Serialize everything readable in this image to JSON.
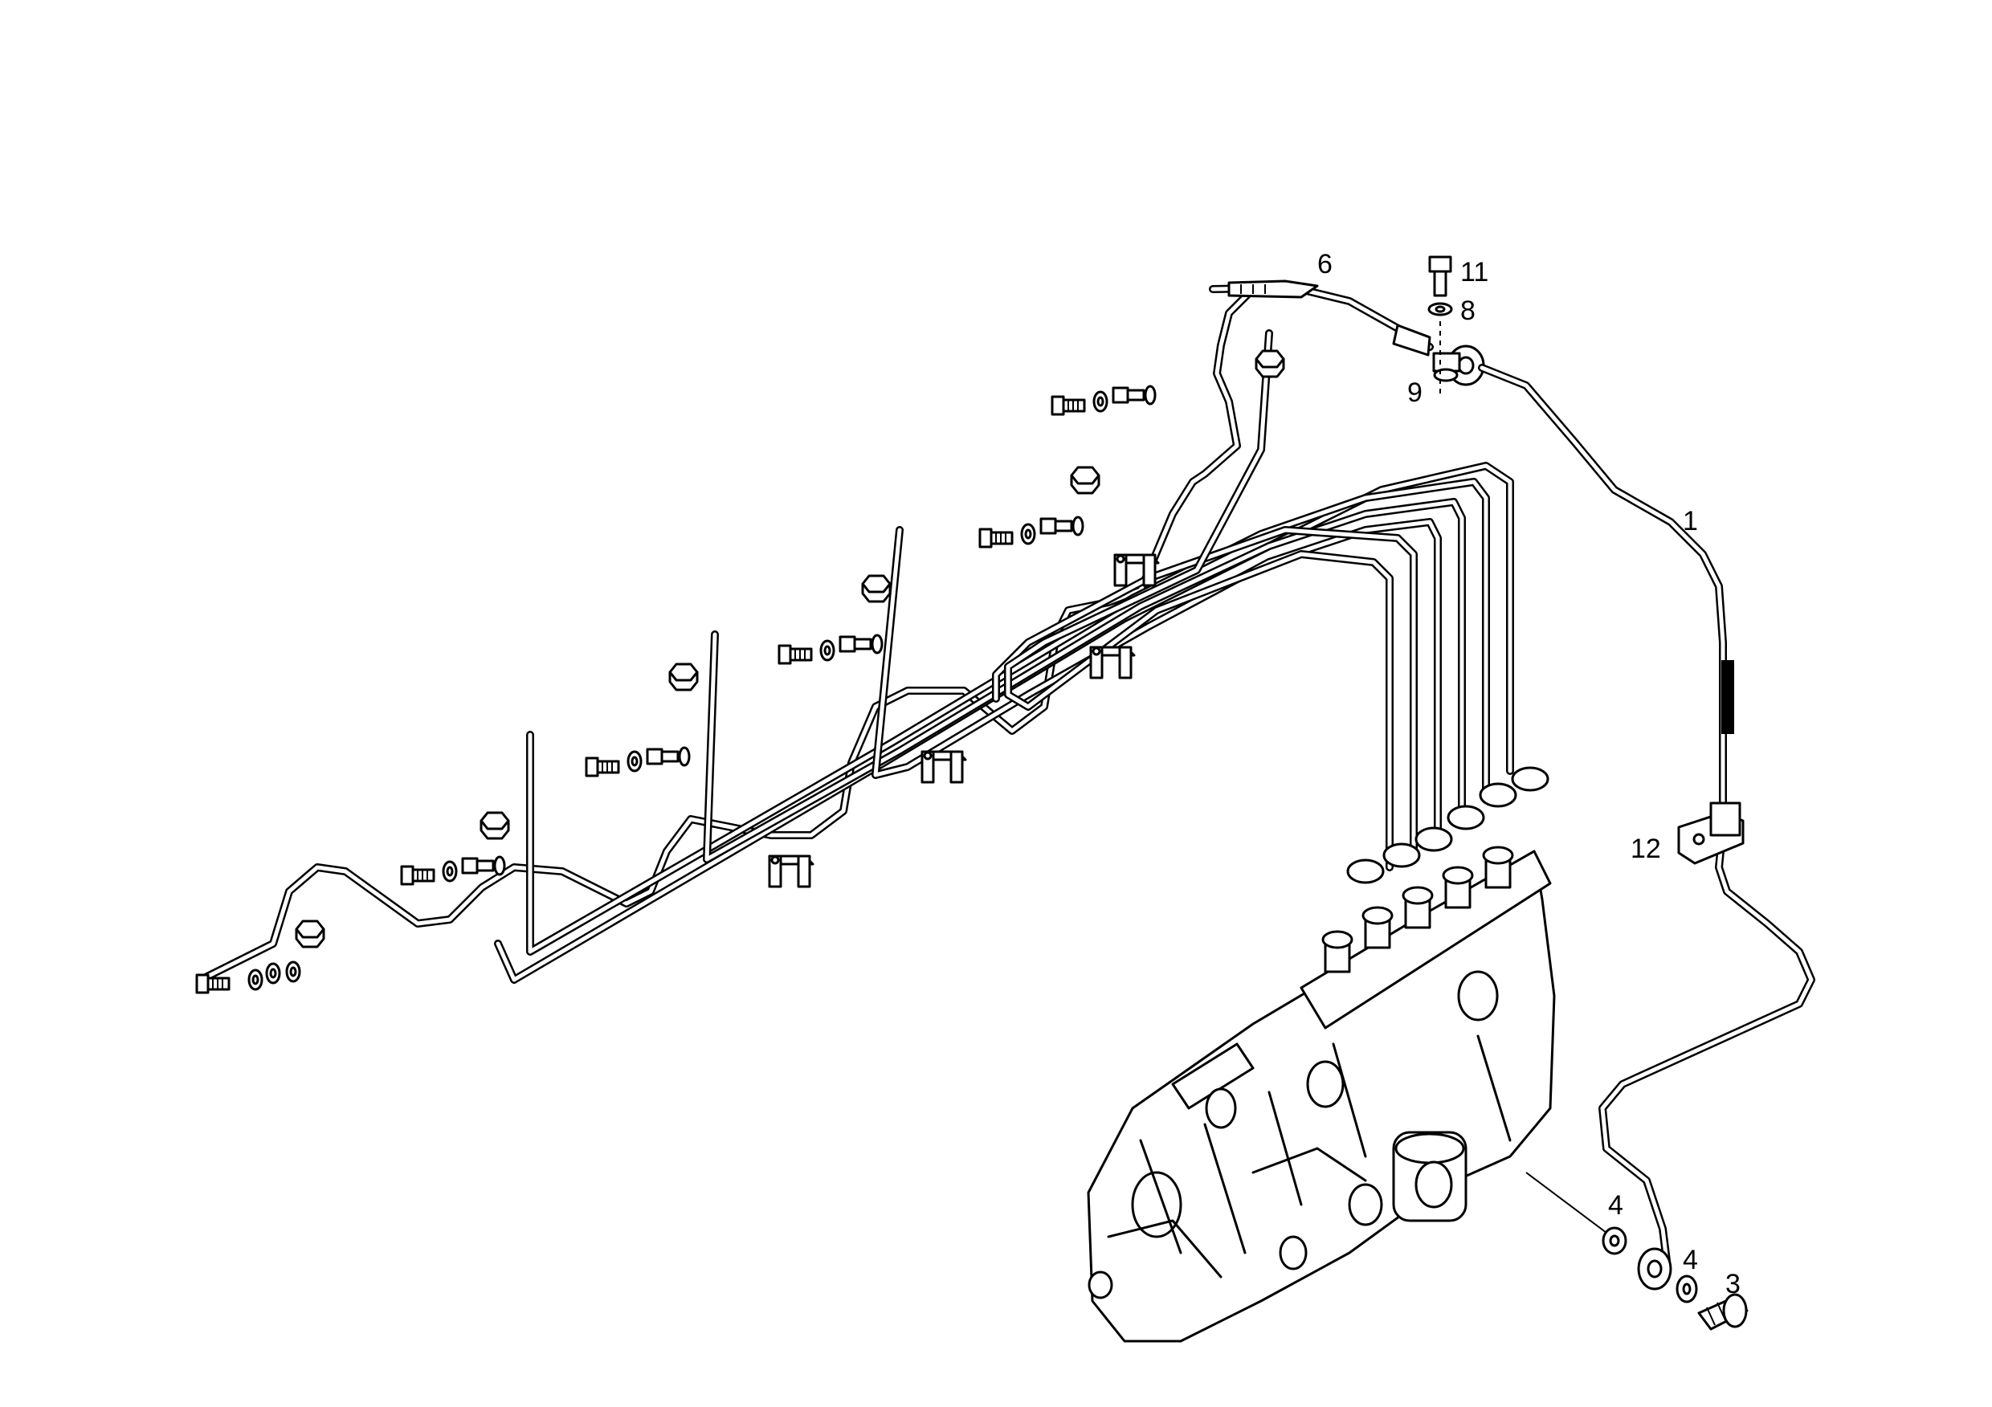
{
  "callouts": [
    {
      "id": "c1",
      "label": "1"
    },
    {
      "id": "c3",
      "label": "3"
    },
    {
      "id": "c4a",
      "label": "4"
    },
    {
      "id": "c4b",
      "label": "4"
    },
    {
      "id": "c6",
      "label": "6"
    },
    {
      "id": "c8",
      "label": "8"
    },
    {
      "id": "c9",
      "label": "9"
    },
    {
      "id": "c11",
      "label": "11"
    },
    {
      "id": "c12",
      "label": "12"
    }
  ]
}
